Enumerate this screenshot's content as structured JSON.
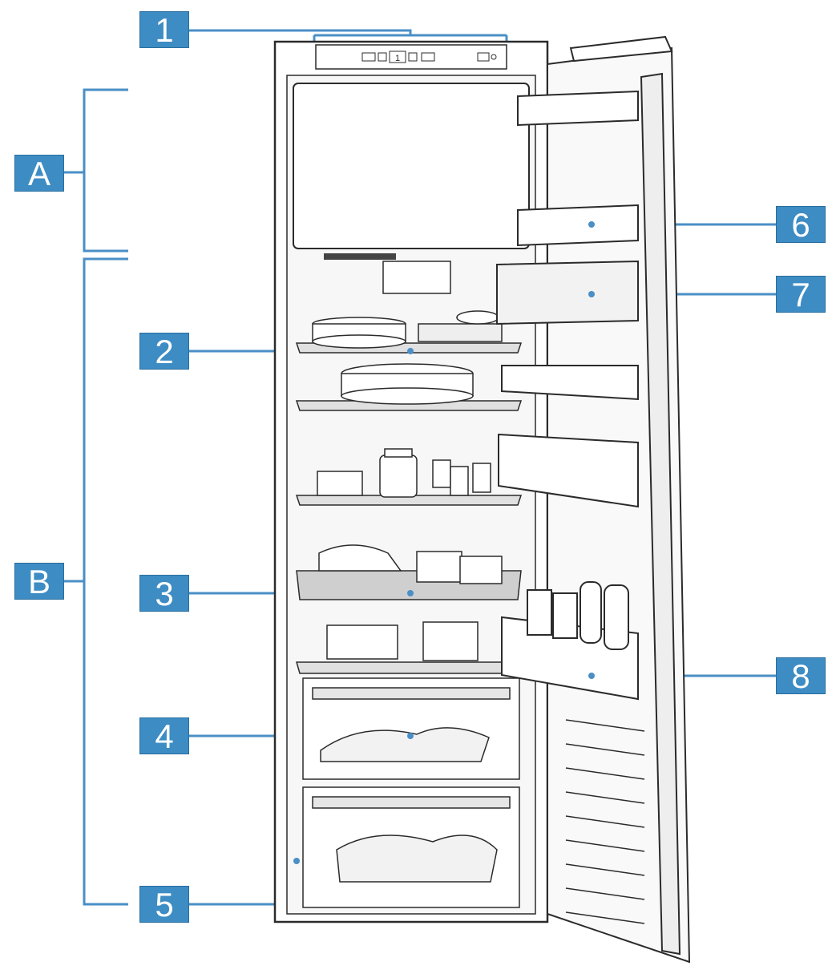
{
  "colors": {
    "callout_fill": "#3d8cc4",
    "leader_line": "#4a8fc6",
    "outline": "#2b2b2b",
    "shelf_glass": "#dcdcdc"
  },
  "callouts": {
    "c1": "1",
    "cA": "A",
    "cB": "B",
    "c2": "2",
    "c3": "3",
    "c4": "4",
    "c5": "5",
    "c6": "6",
    "c7": "7",
    "c8": "8"
  },
  "control_panel": {
    "display_value": "1"
  }
}
